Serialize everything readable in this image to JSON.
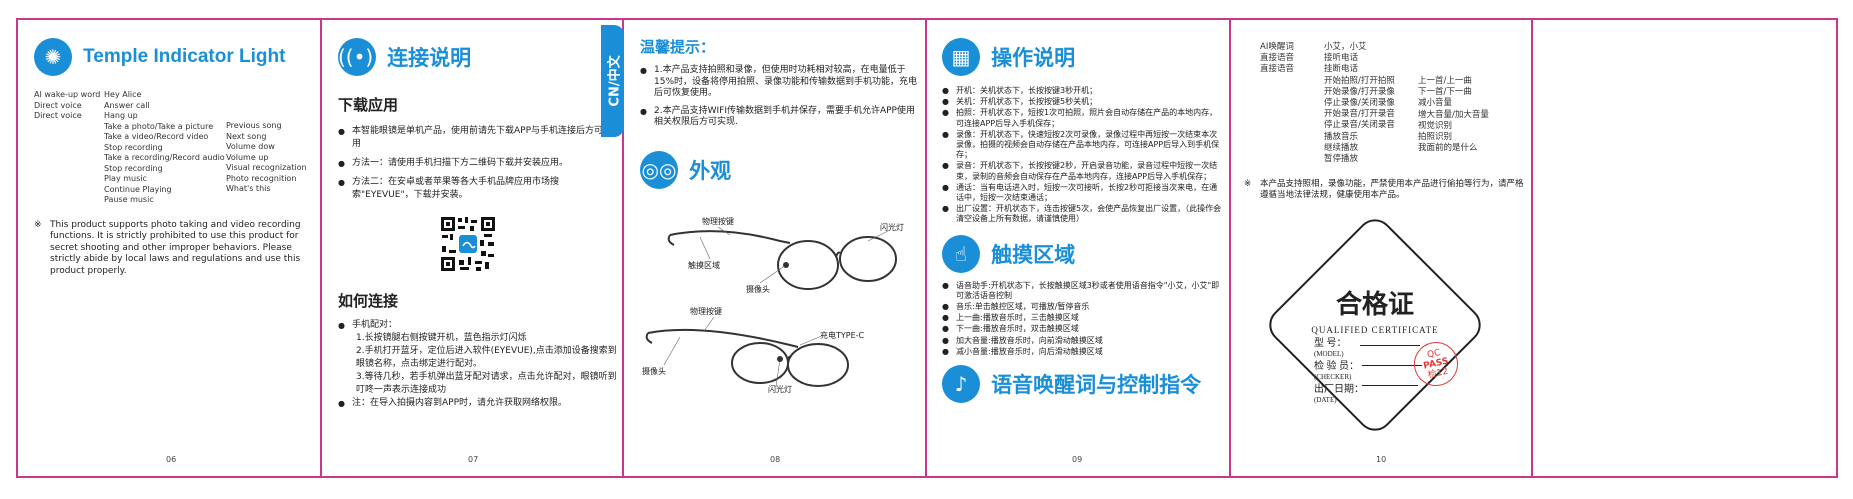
{
  "p06": {
    "title": "Temple Indicator Light",
    "rows_left": [
      "AI wake-up word",
      "Direct voice",
      "Direct voice"
    ],
    "rows_mid": [
      "Hey Alice",
      "Answer call",
      "Hang up",
      "Take a photo/Take a picture",
      "Take a video/Record video",
      "Stop recording",
      "Take a recording/Record audio",
      "Stop recording",
      "Play music",
      "Continue Playing",
      "Pause music"
    ],
    "rows_right": [
      "Previous song",
      "Next song",
      "Volume dow",
      "Volume up",
      "Visual recognization",
      "Photo recognition",
      "What's this"
    ],
    "note_mark": "※",
    "note": "This product supports photo taking and video recording functions. It is strictly prohibited to use this product for secret shooting and other improper behaviors. Please strictly abide by local laws and regulations and use this product properly.",
    "page": "06"
  },
  "p07": {
    "title": "连接说明",
    "download_title": "下载应用",
    "download_items": [
      "本智能眼镜是单机产品，使用前请先下载APP与手机连接后方可使用",
      "方法一：请使用手机扫描下方二维码下载并安装应用。",
      "方法二：在安卓或者苹果等各大手机品牌应用市场搜索\"EYEVUE\"，下载并安装。"
    ],
    "connect_title": "如何连接",
    "pairing_label": "手机配对：",
    "pairing_steps": [
      "1.长按镜腿右侧按键开机，蓝色指示灯闪烁",
      "2.手机打开蓝牙，定位后进入软件(EYEVUE),点击添加设备搜索到眼镜名称，点击绑定进行配对。",
      "3.等待几秒，若手机弹出蓝牙配对请求，点击允许配对，眼镜听到叮咚一声表示连接成功"
    ],
    "note_item": "注：在导入拍摄内容到APP时，请允许获取网络权限。",
    "page": "07"
  },
  "p08": {
    "tab": "CN/中文",
    "tips_title": "温馨提示：",
    "tips": [
      "1.本产品支持拍照和录像，但使用时功耗相对较高，在电量低于15%时，设备将停用拍照、录像功能和传输数据到手机功能，充电后可恢复使用。",
      "2.本产品支持WIFI传输数据到手机并保存，需要手机允许APP使用相关权限后方可实现."
    ],
    "look_title": "外观",
    "labels_top": [
      "物理按键",
      "闪光灯",
      "触摸区域",
      "摄像头"
    ],
    "labels_bottom": [
      "物理按键",
      "充电TYPE-C",
      "摄像头",
      "闪光灯"
    ],
    "page": "08"
  },
  "p09": {
    "op_title": "操作说明",
    "ops": [
      "开机：关机状态下，长按按键3秒开机；",
      "关机：开机状态下，长按按键5秒关机；",
      "拍照：开机状态下，短按1次可拍照，照片会自动存储在产品的本地内存，可连接APP后导入手机保存；",
      "录像：开机状态下，快速短按2次可录像，录像过程中再短按一次结束本次录像，拍摄的视频会自动存储在产品本地内存，可连接APP后导入到手机保存；",
      "录音：开机状态下，长按按键2秒，开启录音功能，录音过程中短按一次结束，录制的音频会自动保存在产品本地内存，连接APP后导入手机保存；",
      "通话：当有电话进入时，短按一次可接听，长按2秒可拒接当次来电，在通话中，短按一次结束通话；",
      "出厂设置：开机状态下，连击按键5次，会使产品恢复出厂设置，（此操作会清空设备上所有数据，请谨慎使用）"
    ],
    "touch_title": "触摸区域",
    "touch": [
      "语音助手:开机状态下，长按触摸区域3秒或者使用语音指令\"小艾，小艾\"即可激活语音控制",
      "音乐:单击触控区域，可播放/暂停音乐",
      "上一曲:播放音乐时，三击触摸区域",
      "下一曲:播放音乐时，双击触摸区域",
      "加大音量:播放音乐时，向前滑动触摸区域",
      "减小音量:播放音乐时，向后滑动触摸区域"
    ],
    "voice_title": "语音唤醒词与控制指令",
    "page": "09"
  },
  "p10": {
    "col1": [
      "AI唤醒词",
      "直接语音",
      "直接语音"
    ],
    "col2": [
      "小艾，小艾",
      "接听电话",
      "挂断电话",
      "开始拍照/打开拍照",
      "开始录像/打开录像",
      "停止录像/关闭录像",
      "开始录音/打开录音",
      "停止录音/关闭录音",
      "播放音乐",
      "继续播放",
      "暂停播放"
    ],
    "col3": [
      "上一首/上一曲",
      "下一首/下一曲",
      "减小音量",
      "增大音量/加大音量",
      "视觉识别",
      "拍照识别",
      "我面前的是什么"
    ],
    "note_mark": "※",
    "note": "本产品支持照相，录像功能，严禁使用本产品进行偷拍等行为，请严格遵循当地法律法规，健康使用本产品。",
    "cert_title": "合格证",
    "cert_en": "QUALIFIED CERTIFICATE",
    "cert_model": "型 号：",
    "cert_model_en": "(MODEL)",
    "cert_checker": "检 验 员：",
    "cert_checker_en": "(CHECKER)",
    "cert_date": "出厂日期：",
    "cert_date_en": "(DATE)",
    "stamp_top": "QC",
    "stamp_mid": "PASS",
    "stamp_bot": "检12",
    "page": "10"
  },
  "colors": {
    "accent": "#1a8fd8",
    "border": "#c8378e",
    "stamp": "#e03a3a"
  },
  "icons": {
    "p06": "light-icon",
    "p07": "signal-icon",
    "p08": "glasses-icon",
    "p09a": "apps-icon",
    "p09b": "touch-icon",
    "p09c": "voice-icon"
  }
}
